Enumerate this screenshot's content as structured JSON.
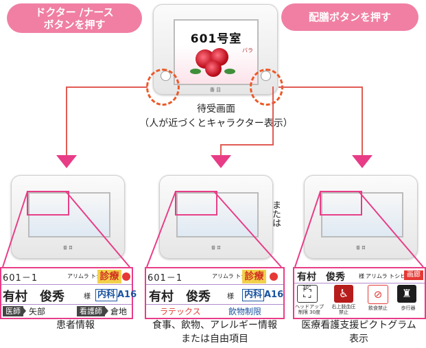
{
  "pills": {
    "left": "ドクター /ナース\nボタンを押す",
    "right": "配膳ボタンを押す"
  },
  "standby": {
    "room": "601号室",
    "caption_line1": "待受画面",
    "caption_line2": "（人が近づくとキャラクター表示）",
    "small_label": "バラ",
    "device_label": "番 目"
  },
  "side_text": "または",
  "card1": {
    "room": "601－1",
    "kana": "アリムラ トシヒデ",
    "shinryo": "診療",
    "name": "有村　俊秀",
    "honorific": "様",
    "dept": "内科",
    "code": "A16",
    "doctor_label": "医師",
    "doctor_name": "矢部",
    "nurse_label": "看護師",
    "nurse_name": "倉地",
    "caption": "患者情報"
  },
  "card2": {
    "room": "601－1",
    "kana": "アリムラ トシヒデ",
    "shinryo": "診療",
    "name": "有村　俊秀",
    "honorific": "様",
    "dept": "内科",
    "code": "A16",
    "allergy": "ラテックス",
    "drink": "飲物制限",
    "caption_line1": "食事、飲物、アレルギー情報",
    "caption_line2": "または自由項目"
  },
  "card3": {
    "name": "有村　俊秀",
    "honorific": "様",
    "kana": "アリムラ トシヒデ",
    "badge": "画廊",
    "pictos": [
      {
        "icon": "bed-icon",
        "label": "ヘッドアップ\n制限 30度",
        "tag": "30°"
      },
      {
        "icon": "wheelchair-icon",
        "label": "右上肢血圧\n禁止"
      },
      {
        "icon": "no-drinking-icon",
        "label": "飲食禁止"
      },
      {
        "icon": "walker-icon",
        "label": "歩行器"
      }
    ],
    "caption_line1": "医療看護支援ピクトグラム",
    "caption_line2": "表示"
  },
  "colors": {
    "pill": "#f07fa3",
    "arrow": "#e83c87",
    "line": "#e05b52",
    "dash": "#ec5a28"
  }
}
